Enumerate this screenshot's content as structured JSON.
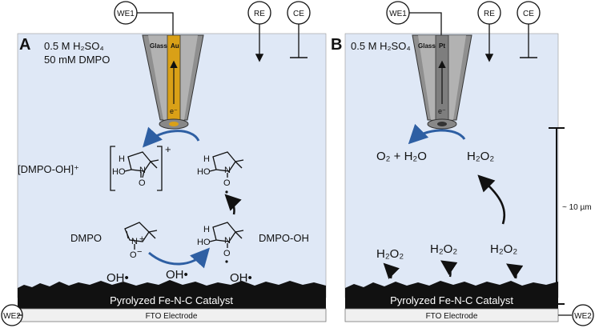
{
  "panels": [
    {
      "letter": "A",
      "electrolyte_line1": "0.5 M H₂SO₄",
      "electrolyte_line2": "50 mM DMPO",
      "tip_left_label": "Glass",
      "tip_right_label": "Au",
      "tip_color": "#d9a017",
      "electron_label": "e⁻",
      "catalyst_label": "Pyrolyzed Fe-N-C Catalyst",
      "substrate_label": "FTO Electrode",
      "species": {
        "adduct_label": "[DMPO-OH]⁺",
        "plus": "+",
        "dmpo_label": "DMPO",
        "dmpo_oh_label": "DMPO-OH",
        "oh_radical": "OH•"
      }
    },
    {
      "letter": "B",
      "electrolyte_line1": "0.5 M H₂SO₄",
      "tip_left_label": "Glass",
      "tip_right_label": "Pt",
      "tip_color": "#8a8a8a",
      "electron_label": "e⁻",
      "catalyst_label": "Pyrolyzed Fe-N-C Catalyst",
      "substrate_label": "FTO Electrode",
      "species": {
        "products": "O₂ + H₂O",
        "h2o2": "H₂O₂"
      },
      "scale_label": "~ 10 µm"
    }
  ],
  "electrodes": {
    "we1": "WE1",
    "we2": "WE2",
    "re": "RE",
    "ce": "CE"
  },
  "colors": {
    "solution": "#dfe8f6",
    "catalyst": "#111111",
    "substrate": "#f0f0f0",
    "arrow_blue": "#2e5fa3"
  }
}
